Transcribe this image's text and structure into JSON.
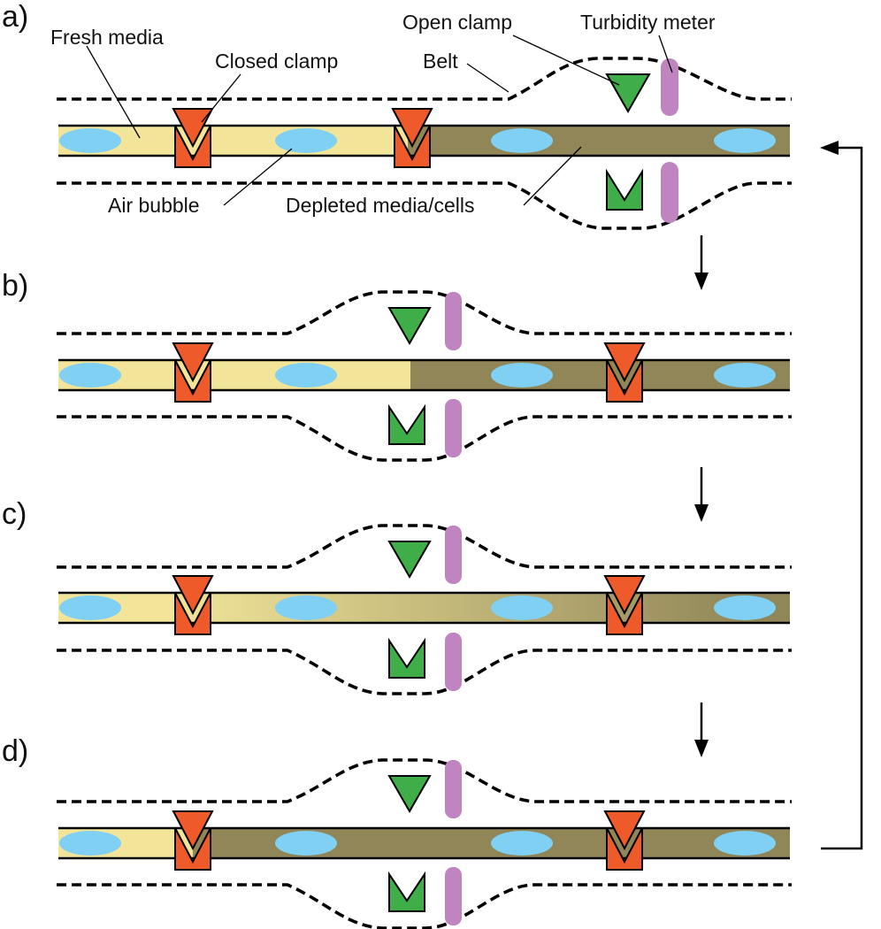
{
  "panels": [
    {
      "id": "a",
      "label": "a)"
    },
    {
      "id": "b",
      "label": "b)"
    },
    {
      "id": "c",
      "label": "c)"
    },
    {
      "id": "d",
      "label": "d)"
    }
  ],
  "annotations": {
    "fresh_media": "Fresh media",
    "closed_clamp": "Closed clamp",
    "open_clamp": "Open clamp",
    "turbidity_meter": "Turbidity meter",
    "belt": "Belt",
    "air_bubble": "Air bubble",
    "depleted_media": "Depleted media/cells"
  },
  "colors": {
    "fresh_media": "#f2e59a",
    "depleted_media": "#908658",
    "air_bubble": "#7fd0f2",
    "closed_clamp": "#ee5a2a",
    "open_clamp": "#3fae49",
    "turbidity_meter": "#c084c0",
    "belt": "#000000"
  },
  "icons": {
    "closed_clamp": "red-v-clamp-icon",
    "open_clamp": "green-v-clamp-icon",
    "turbidity_meter": "purple-bar-icon",
    "step_arrow": "arrow-down-icon",
    "cycle_arrow": "return-arrow-icon"
  }
}
